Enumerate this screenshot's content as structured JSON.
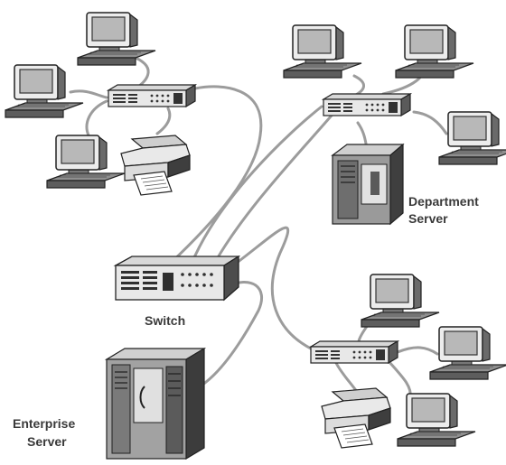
{
  "labels": {
    "department_line1": "Department",
    "department_line2": "Server",
    "switch": "Switch",
    "enterprise_line1": "Enterprise",
    "enterprise_line2": "Server"
  },
  "colors": {
    "cable": "#9c9c9c",
    "device_light": "#e6e6e6",
    "device_mid": "#bdbdbd",
    "device_dark": "#4a4a4a",
    "outline": "#222222"
  }
}
